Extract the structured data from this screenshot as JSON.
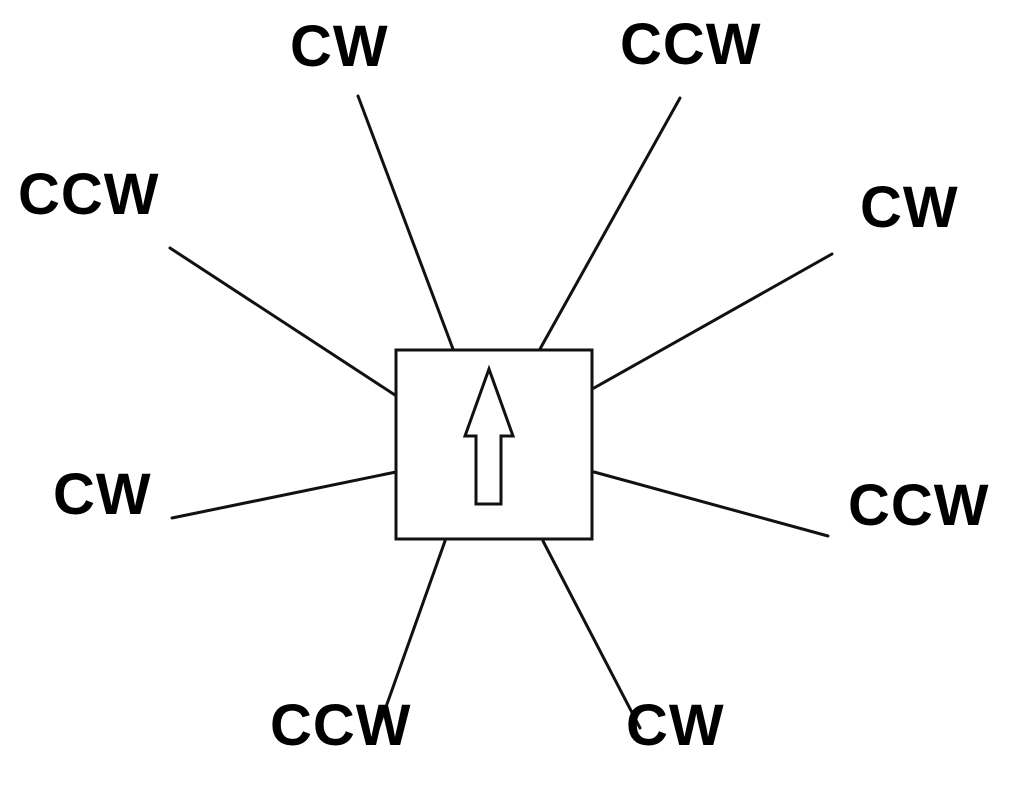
{
  "diagram": {
    "labels": {
      "top_left": "CW",
      "top_right": "CCW",
      "left_upper": "CCW",
      "right_upper": "CW",
      "left_lower": "CW",
      "right_lower": "CCW",
      "bottom_left": "CCW",
      "bottom_right": "CW"
    },
    "center_icon": "up-arrow-icon",
    "colors": {
      "line": "#111111",
      "text": "#000000",
      "background": "#ffffff"
    }
  }
}
